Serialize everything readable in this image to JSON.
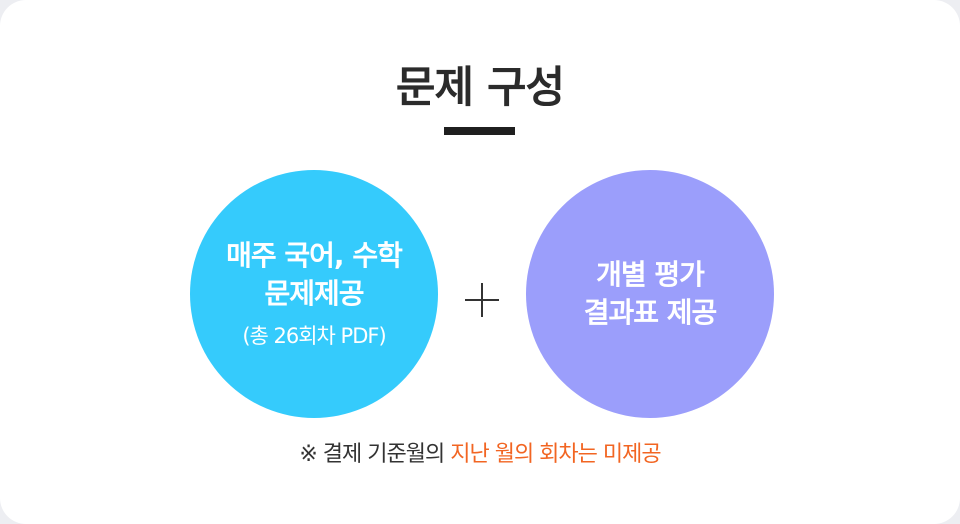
{
  "title": "문제 구성",
  "left_circle": {
    "line1": "매주 국어, 수학",
    "line2": "문제제공",
    "sub": "(총 26회차 PDF)"
  },
  "right_circle": {
    "line1": "개별 평가",
    "line2": "결과표 제공"
  },
  "note": {
    "prefix": "※ 결제 기준월의 ",
    "highlight": "지난 월의 회차는 미제공"
  },
  "colors": {
    "left_circle": "#35cbfc",
    "right_circle": "#9b9efb",
    "highlight": "#f26522",
    "title": "#2b2b2b"
  },
  "icons": {
    "plus": "plus-icon"
  }
}
